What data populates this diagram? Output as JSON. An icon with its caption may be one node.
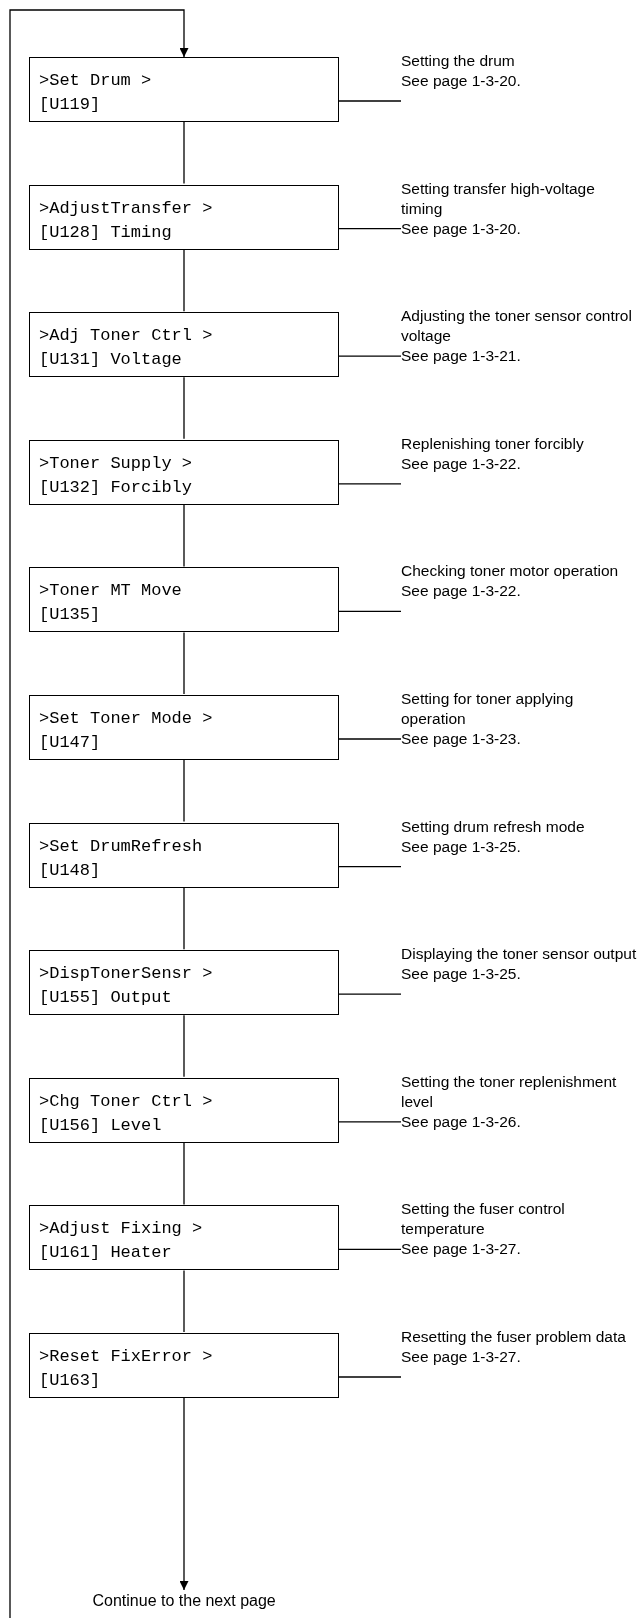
{
  "diagram": {
    "nodes": [
      {
        "text": [
          ">Set Drum >",
          "[U119]"
        ]
      },
      {
        "text": [
          "Setting the drum",
          "See page 1-3-20."
        ]
      },
      {
        "text": [
          ">AdjustTransfer >",
          "[U128] Timing"
        ]
      },
      {
        "text": [
          "Setting transfer high-voltage timing",
          "See page 1-3-20."
        ]
      },
      {
        "text": [
          ">Adj Toner Ctrl >",
          "[U131] Voltage"
        ]
      },
      {
        "text": [
          "Adjusting the toner sensor control voltage",
          "See page 1-3-21."
        ]
      },
      {
        "text": [
          ">Toner Supply >",
          "[U132] Forcibly"
        ]
      },
      {
        "text": [
          "Replenishing toner forcibly",
          "See page 1-3-22."
        ]
      },
      {
        "text": [
          ">Toner MT Move",
          "[U135]"
        ]
      },
      {
        "text": [
          "Checking toner motor operation",
          "See page 1-3-22."
        ]
      },
      {
        "text": [
          ">Set Toner Mode >",
          "[U147]"
        ]
      },
      {
        "text": [
          "Setting for toner applying operation",
          "See page 1-3-23."
        ]
      },
      {
        "text": [
          ">Set DrumRefresh",
          "[U148]"
        ]
      },
      {
        "text": [
          "Setting drum refresh mode",
          "See page 1-3-25."
        ]
      },
      {
        "text": [
          ">DispTonerSensr >",
          "[U155] Output"
        ]
      },
      {
        "text": [
          "Displaying the toner sensor output",
          "See page 1-3-25."
        ]
      },
      {
        "text": [
          ">Chg Toner Ctrl >",
          "[U156] Level"
        ]
      },
      {
        "text": [
          "Setting the toner replenishment level",
          "See page 1-3-26."
        ]
      },
      {
        "text": [
          ">Adjust Fixing >",
          "[U161] Heater"
        ]
      },
      {
        "text": [
          "Setting the fuser control temperature",
          "See page 1-3-27."
        ]
      },
      {
        "text": [
          ">Reset FixError >",
          "[U163]"
        ]
      },
      {
        "text": [
          "Resetting the fuser problem data",
          "See page 1-3-27."
        ]
      },
      {
        "text": [
          "Continue to the next page"
        ]
      }
    ],
    "edges": [
      {
        "from": null,
        "to": 0,
        "arrow": "to"
      },
      {
        "from": 0,
        "to": 2,
        "arrow": "none"
      },
      {
        "from": 2,
        "to": 4,
        "arrow": "none"
      },
      {
        "from": 4,
        "to": 6,
        "arrow": "none"
      },
      {
        "from": 6,
        "to": 8,
        "arrow": "none"
      },
      {
        "from": 8,
        "to": 10,
        "arrow": "none"
      },
      {
        "from": 10,
        "to": 12,
        "arrow": "none"
      },
      {
        "from": 12,
        "to": 14,
        "arrow": "none"
      },
      {
        "from": 14,
        "to": 16,
        "arrow": "none"
      },
      {
        "from": 16,
        "to": 18,
        "arrow": "none"
      },
      {
        "from": 18,
        "to": 20,
        "arrow": "none"
      },
      {
        "from": 20,
        "to": 22,
        "arrow": "to"
      },
      {
        "from": 1,
        "to": 0,
        "arrow": "none"
      },
      {
        "from": 3,
        "to": 2,
        "arrow": "none"
      },
      {
        "from": 5,
        "to": 4,
        "arrow": "none"
      },
      {
        "from": 7,
        "to": 6,
        "arrow": "none"
      },
      {
        "from": 9,
        "to": 8,
        "arrow": "none"
      },
      {
        "from": 11,
        "to": 10,
        "arrow": "none"
      },
      {
        "from": 13,
        "to": 12,
        "arrow": "none"
      },
      {
        "from": 15,
        "to": 14,
        "arrow": "none"
      },
      {
        "from": 17,
        "to": 16,
        "arrow": "none"
      },
      {
        "from": 19,
        "to": 18,
        "arrow": "none"
      },
      {
        "from": 21,
        "to": 20,
        "arrow": "none"
      }
    ]
  }
}
